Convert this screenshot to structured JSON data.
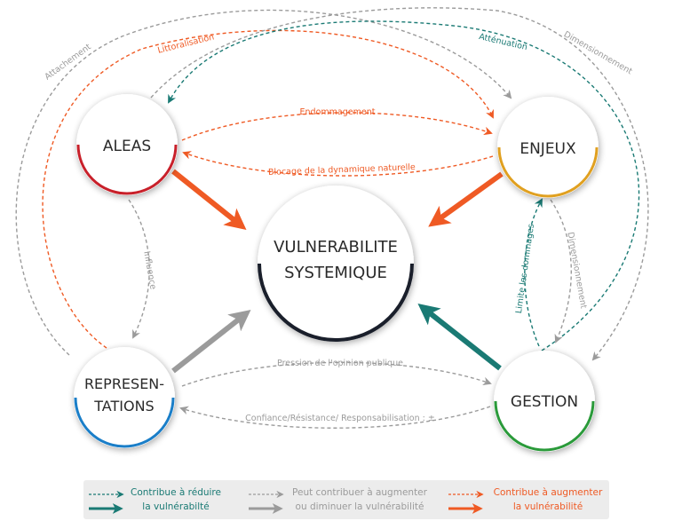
{
  "nodes": {
    "aleas": "ALEAS",
    "enjeux": "ENJEUX",
    "vulnerabilite_line1": "VULNERABILITE",
    "vulnerabilite_line2": "SYSTEMIQUE",
    "representations_line1": "REPRESEN-",
    "representations_line2": "TATIONS",
    "gestion": "GESTION"
  },
  "edges": {
    "littoralisation": "Littoralisation",
    "attachement": "Attachement",
    "attenuation": "Atténuation",
    "dimensionnement_outer": "Dimensionnement",
    "endommagement": "Endommagement",
    "blocage": "Blocage de la dynamique naturelle",
    "influence": "Influence",
    "limite_dommages": "Limite les dommages",
    "dimensionnement_inner": "Dimensionnement",
    "pression": "Pression de l'opinion publique",
    "confiance": "Confiance/Résistance/ Responsabilisation : ±"
  },
  "legend": {
    "teal_line1": "Contribue à réduire",
    "teal_line2": "la vulnérabilté",
    "gray_line1": "Peut contribuer à augmenter",
    "gray_line2": "ou diminuer la vulnérabilité",
    "orange_line1": "Contribue à augmenter",
    "orange_line2": "la vulnérabilité"
  },
  "colors": {
    "teal": "#1a7a74",
    "gray": "#9b9b9b",
    "orange": "#ef5a24",
    "aleas_ring": "#c8202a",
    "enjeux_ring": "#e0a020",
    "representations_ring": "#1a7ec8",
    "gestion_ring": "#2a9a3a",
    "vulnerabilite_ring": "#1a1f2b",
    "text": "#2a2a2a",
    "legend_bg": "#ececec"
  }
}
